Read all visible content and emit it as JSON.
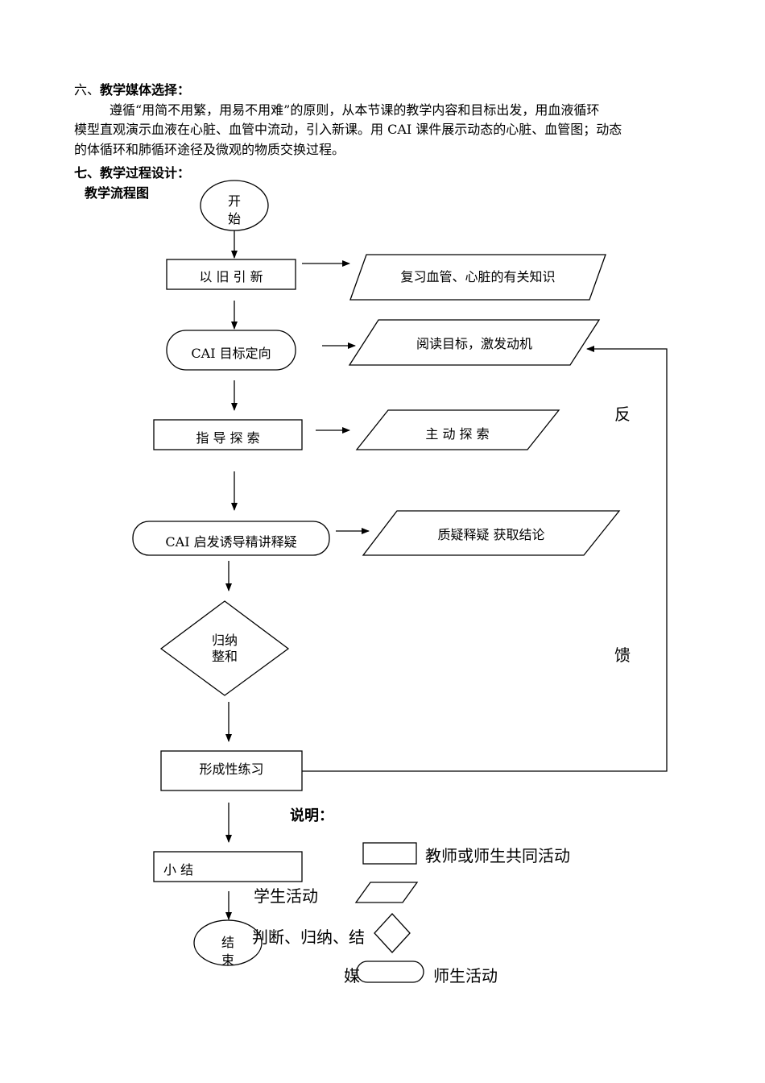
{
  "section6": {
    "num": "六、",
    "title": "教学媒体选择：",
    "para_line1": "遵循“用简不用繁，用易不用难”的原则，从本节课的教学内容和目标出发，用血液循环",
    "para_line2": "模型直观演示血液在心脏、血管中流动，引入新课。用 CAI 课件展示动态的心脏、血管图；动态",
    "para_line3": "的体循环和肺循环途径及微观的物质交换过程。"
  },
  "section7": {
    "title": "七、教学过程设计：",
    "flow_title": "教学流程图"
  },
  "flow": {
    "start_line1": "开",
    "start_line2": "始",
    "step1": "以 旧 引 新",
    "step1_student": "复习血管、心脏的有关知识",
    "step2": "CAI 目标定向",
    "step2_student": "阅读目标，激发动机",
    "step3": "指 导 探 索",
    "step3_student": "主 动 探 索",
    "step4": "CAI 启发诱导精讲释疑",
    "step4_student": "质疑释疑  获取结论",
    "decision_line1": "归纳",
    "decision_line2": "整和",
    "step5": "形成性练习",
    "step6": "小      结",
    "end_line1": "结",
    "end_line2": "束",
    "feedback_char1": "反",
    "feedback_char2": "馈"
  },
  "legend": {
    "title": "说明：",
    "rect_label": "教师或师生共同活动",
    "para_label": "学生活动",
    "diamond_label": "判断、归纳、结",
    "rounded_prefix": "媒",
    "rounded_label": "师生活动"
  }
}
